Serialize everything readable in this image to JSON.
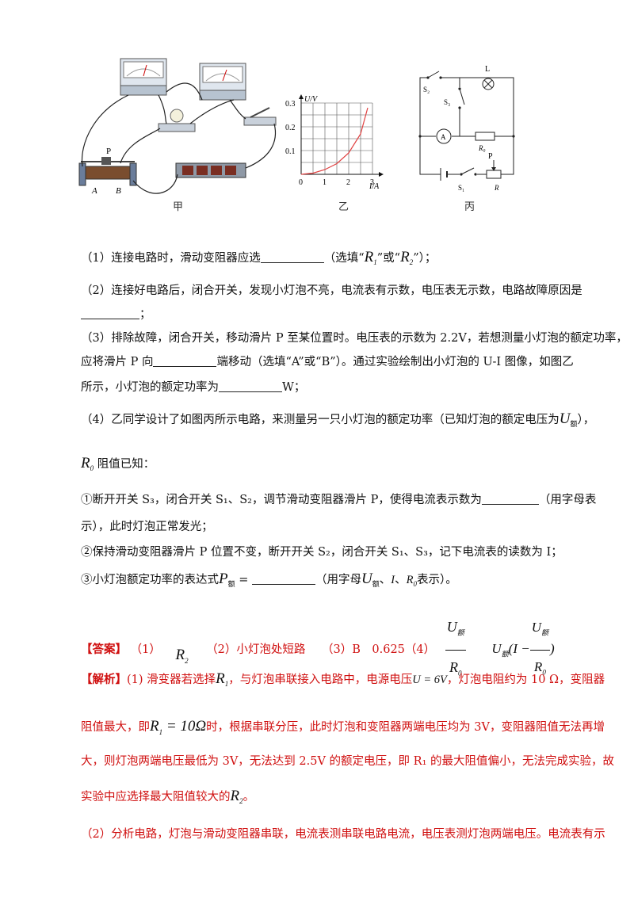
{
  "figures": {
    "jia_label": "甲",
    "yi_label": "乙",
    "bing_label": "丙",
    "circuit_jia_labels": {
      "p": "P",
      "a": "A",
      "b": "B"
    },
    "graph_yi": {
      "y_axis_label": "U/V",
      "x_axis_label": "I/A",
      "y_ticks": [
        "0.3",
        "0.2",
        "0.1"
      ],
      "x_ticks": [
        "0",
        "1",
        "2",
        "3"
      ]
    },
    "circuit_bing_labels": {
      "s2": "S₂",
      "s3": "S₃",
      "lamp": "L",
      "ammeter": "A",
      "r0": "R₀",
      "s1": "S₁",
      "p": "P",
      "r": "R"
    }
  },
  "chart_data": {
    "type": "line",
    "title": "",
    "xlabel": "I/A",
    "ylabel": "U/V",
    "xlim": [
      0,
      3
    ],
    "ylim": [
      0,
      0.3
    ],
    "grid": true,
    "x_ticks": [
      0,
      1,
      2,
      3
    ],
    "y_ticks": [
      0.1,
      0.2,
      0.3
    ],
    "series": [
      {
        "x": [
          0,
          0.5,
          1.0,
          1.5,
          2.0,
          2.5,
          2.8
        ],
        "y": [
          0,
          0.005,
          0.02,
          0.045,
          0.09,
          0.17,
          0.28
        ]
      }
    ]
  },
  "questions": {
    "q1_a": "（1）连接电路时，滑动变阻器应选",
    "q1_b": "（选填“",
    "q1_r1": "R",
    "q1_r1_sub": "1",
    "q1_c": "”或“",
    "q1_r2": "R",
    "q1_r2_sub": "2",
    "q1_d": "”）；",
    "q2_a": "（2）连接好电路后，闭合开关，发现小灯泡不亮，电流表有示数，电压表无示数，电路故障原因是",
    "q2_b": "；",
    "q3_a": "（3）排除故障，闭合开关，移动滑片 P 至某位置时。电压表的示数为 2.2V，若想测量小灯泡的额定功率，",
    "q3_b": "应将滑片 P 向",
    "q3_c": "端移动（选填“A”或“B”）。通过实验绘制出小灯泡的 U-I 图像，如图乙",
    "q3_d": "所示，小灯泡的额定功率为",
    "q3_e": "W；",
    "q4_a": "（4）乙同学设计了如图丙所示电路，来测量另一只小灯泡的额定功率（已知灯泡的额定电压为",
    "q4_u": "U",
    "q4_u_sub": "额",
    "q4_b": "），",
    "q4_r0": "R",
    "q4_r0_sub": "0",
    "q4_c": "阻值已知：",
    "step1_a": "①断开开关 S₃，闭合开关 S₁、S₂，调节滑动变阻器滑片 P，使得电流表示数为",
    "step1_b": "（用字母表",
    "step1_c": "示），此时灯泡正常发光；",
    "step2": "②保持滑动变阻器滑片 P 位置不变，断开开关 S₂，闭合开关 S₁、S₃，记下电流表的读数为 I；",
    "step3_a": "③小灯泡额定功率的表达式",
    "step3_p": "P",
    "step3_p_sub": "额",
    "step3_eq": "=",
    "step3_b": "（用字母",
    "step3_u": "U",
    "step3_u_sub": "额",
    "step3_c": "、",
    "step3_i": "I",
    "step3_d": "、",
    "step3_r": "R",
    "step3_r_sub": "0",
    "step3_e": "表示）。"
  },
  "answer": {
    "tag": "【答案】",
    "a1": "（1）",
    "a1_r": "R",
    "a1_r_sub": "2",
    "a2": "（2）小灯泡处短路",
    "a3": "（3）B　0.625（4）",
    "f1_num": "U",
    "f1_num_sub": "额",
    "f1_den": "R",
    "f1_den_sub": "0",
    "f2_u": "U",
    "f2_u_sub": "额",
    "f2_open": "(I −",
    "f2_num": "U",
    "f2_num_sub": "额",
    "f2_den": "R",
    "f2_den_sub": "0",
    "f2_close": ")"
  },
  "analysis": {
    "tag": "【解析】",
    "p1_a": "(1) 滑变器若选择",
    "p1_r": "R",
    "p1_r_sub": "1",
    "p1_b": "，与灯泡串联接入电路中，电源电压",
    "p1_u": "U = 6V",
    "p1_c": "，灯泡电阻约为 10 Ω，变阻器",
    "p2_a": "阻值最大，即",
    "p2_expr": "R",
    "p2_expr_sub": "1",
    "p2_expr_tail": " = 10Ω",
    "p2_b": "时，根据串联分压，此时灯泡和变阻器两端电压均为 3V，变阻器阻值无法再增",
    "p3": "大，则灯泡两端电压最低为 3V，无法达到 2.5V 的额定电压，即 R₁ 的最大阻值偏小，无法完成实验，故",
    "p4_a": "实验中应选择最大阻值较大的",
    "p4_r": "R",
    "p4_r_sub": "2",
    "p4_b": "。",
    "p5": "（2）分析电路，灯泡与滑动变阻器串联，电流表测串联电路电流，电压表测灯泡两端电压。电流表有示"
  }
}
